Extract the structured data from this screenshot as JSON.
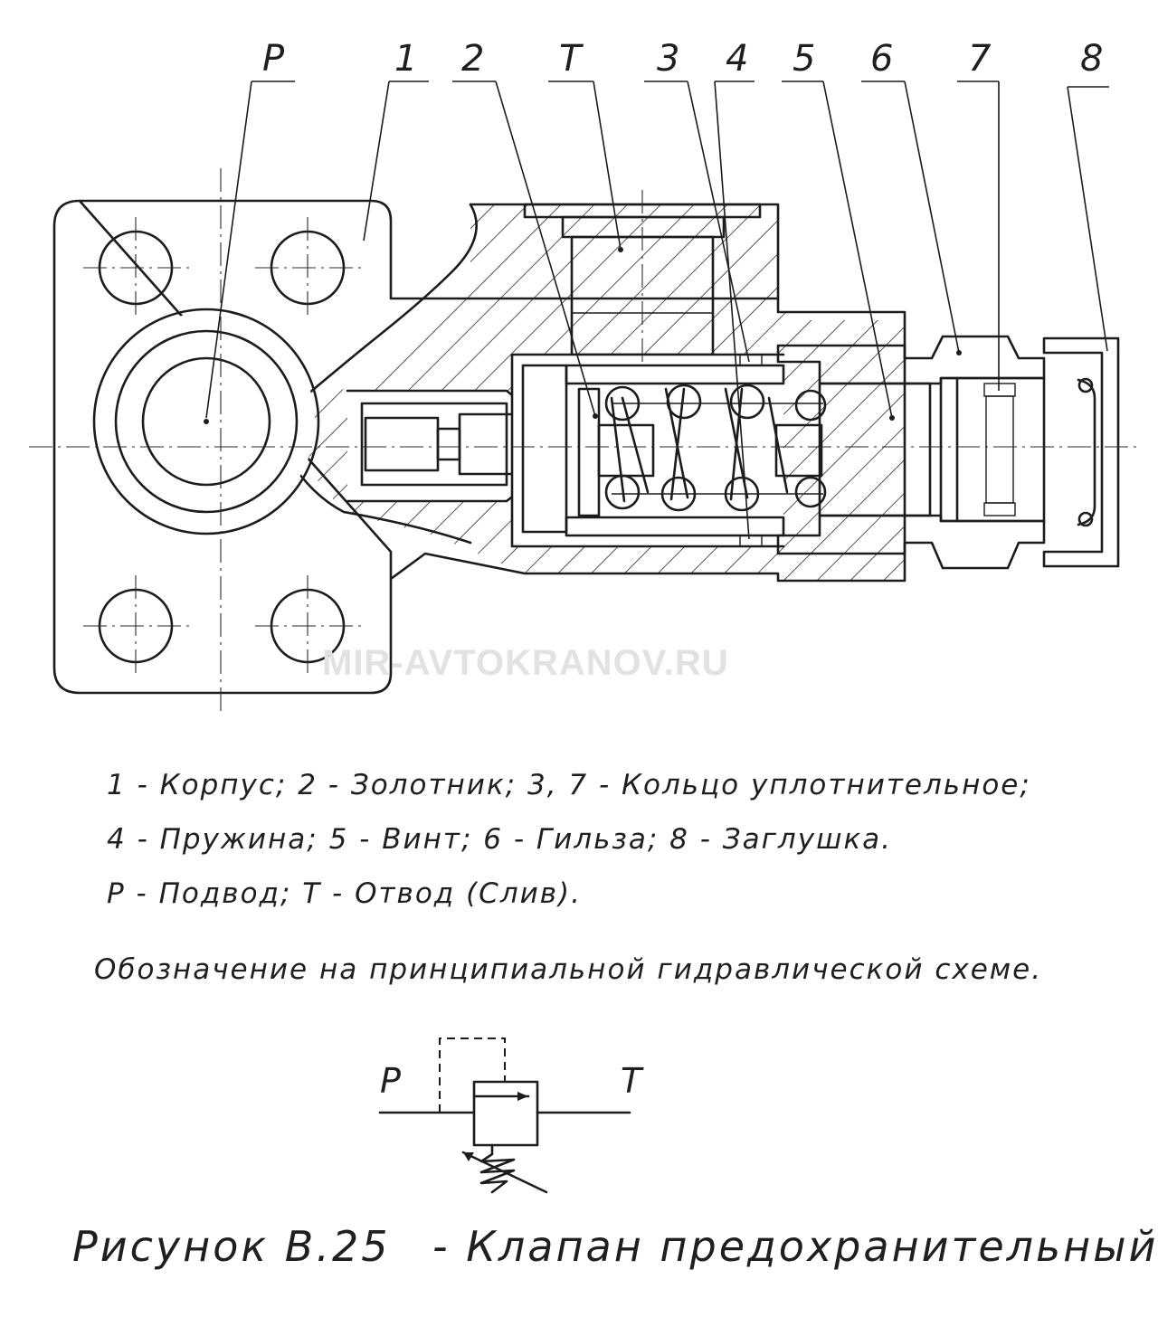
{
  "callouts": {
    "P": "P",
    "c1": "1",
    "c2": "2",
    "T": "T",
    "c3": "3",
    "c4": "4",
    "c5": "5",
    "c6": "6",
    "c7": "7",
    "c8": "8"
  },
  "watermark": "MIR-AVTOKRANOV.RU",
  "legend": {
    "line1": "1 - Корпус; 2 - Золотник; 3, 7 - Кольцо уплотнительное;",
    "line2": "4 - Пружина; 5 - Винт; 6 - Гильза; 8 - Заглушка.",
    "line3": "P - Подвод; T - Отвод (Слив)."
  },
  "schematic": {
    "heading": "Обозначение на принципиальной гидравлической схеме.",
    "port_in": "P",
    "port_out": "T"
  },
  "caption": {
    "figure": "Рисунок В.25",
    "title": "- Клапан предохранительный."
  }
}
